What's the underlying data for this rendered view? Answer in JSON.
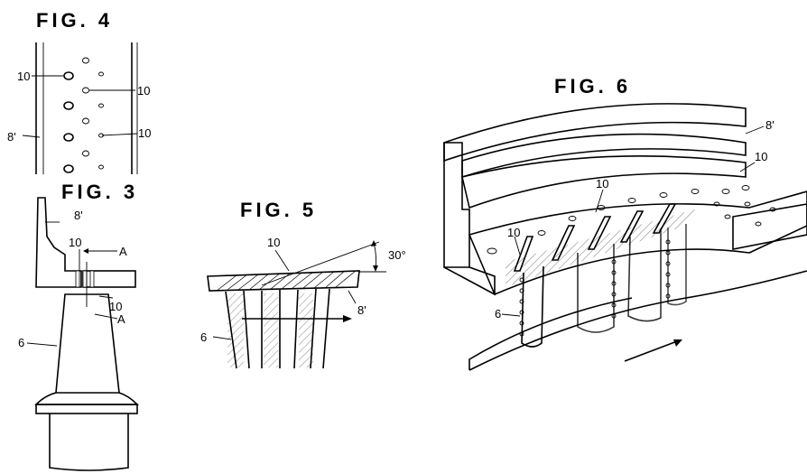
{
  "figures": {
    "fig4": {
      "title": "FIG. 4",
      "labels": [
        "10",
        "10",
        "8'",
        "10"
      ]
    },
    "fig3": {
      "title": "FIG. 3",
      "labels": [
        "8'",
        "10",
        "A",
        "10",
        "A",
        "6"
      ]
    },
    "fig5": {
      "title": "FIG. 5",
      "labels": [
        "10",
        "30°",
        "8'",
        "6"
      ]
    },
    "fig6": {
      "title": "FIG. 6",
      "labels": [
        "8'",
        "10",
        "10",
        "10",
        "6"
      ]
    }
  }
}
